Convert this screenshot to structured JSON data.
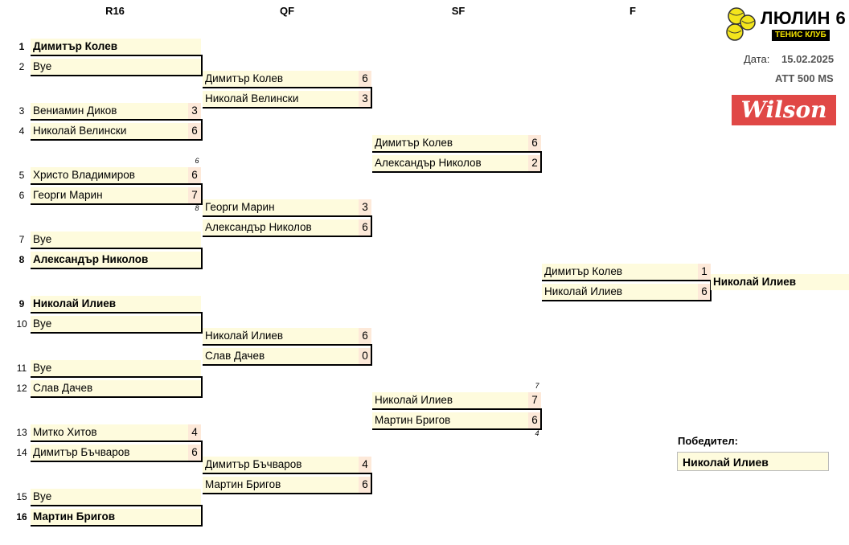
{
  "rounds": [
    "R16",
    "QF",
    "SF",
    "F"
  ],
  "logo": {
    "title": "ЛЮЛИН 6",
    "subtitle": "ТЕНИС КЛУБ"
  },
  "meta": {
    "date_label": "Дата:",
    "date_value": "15.02.2025",
    "tournament": "ATT 500 MS"
  },
  "sponsor": "Wilson",
  "r16": [
    {
      "seed": "1",
      "name": "Димитър Колев",
      "score": ""
    },
    {
      "seed": "2",
      "name": "Bye",
      "score": ""
    },
    {
      "seed": "3",
      "name": "Вениамин Диков",
      "score": "3"
    },
    {
      "seed": "4",
      "name": "Николай Велински",
      "score": "6"
    },
    {
      "seed": "5",
      "name": "Христо Владимиров",
      "score": "6"
    },
    {
      "seed": "6",
      "name": "Георги Марин",
      "score": "7"
    },
    {
      "seed": "7",
      "name": "Bye",
      "score": ""
    },
    {
      "seed": "8",
      "name": "Александър Николов",
      "score": ""
    },
    {
      "seed": "9",
      "name": "Николай Илиев",
      "score": ""
    },
    {
      "seed": "10",
      "name": "Bye",
      "score": ""
    },
    {
      "seed": "11",
      "name": "Bye",
      "score": ""
    },
    {
      "seed": "12",
      "name": "Слав Дачев",
      "score": ""
    },
    {
      "seed": "13",
      "name": "Митко Хитов",
      "score": "4"
    },
    {
      "seed": "14",
      "name": "Димитър Бъчваров",
      "score": "6"
    },
    {
      "seed": "15",
      "name": "Bye",
      "score": ""
    },
    {
      "seed": "16",
      "name": "Мартин Бригов",
      "score": ""
    }
  ],
  "r16_tiebreaks": {
    "top": "6",
    "bottom": "8"
  },
  "qf": [
    {
      "name": "Димитър Колев",
      "score": "6"
    },
    {
      "name": "Николай Велински",
      "score": "3"
    },
    {
      "name": "Георги Марин",
      "score": "3"
    },
    {
      "name": "Александър Николов",
      "score": "6"
    },
    {
      "name": "Николай Илиев",
      "score": "6"
    },
    {
      "name": "Слав Дачев",
      "score": "0"
    },
    {
      "name": "Димитър Бъчваров",
      "score": "4"
    },
    {
      "name": "Мартин Бригов",
      "score": "6"
    }
  ],
  "sf": [
    {
      "name": "Димитър Колев",
      "score": "6"
    },
    {
      "name": "Александър Николов",
      "score": "2"
    },
    {
      "name": "Николай Илиев",
      "score": "7"
    },
    {
      "name": "Мартин Бригов",
      "score": "6"
    }
  ],
  "sf_tiebreaks": {
    "top": "7",
    "bottom": "4"
  },
  "final": [
    {
      "name": "Димитър Колев",
      "score": "1"
    },
    {
      "name": "Николай Илиев",
      "score": "6"
    }
  ],
  "champion": "Николай Илиев",
  "winner": {
    "label": "Победител:",
    "name": "Николай Илиев"
  }
}
